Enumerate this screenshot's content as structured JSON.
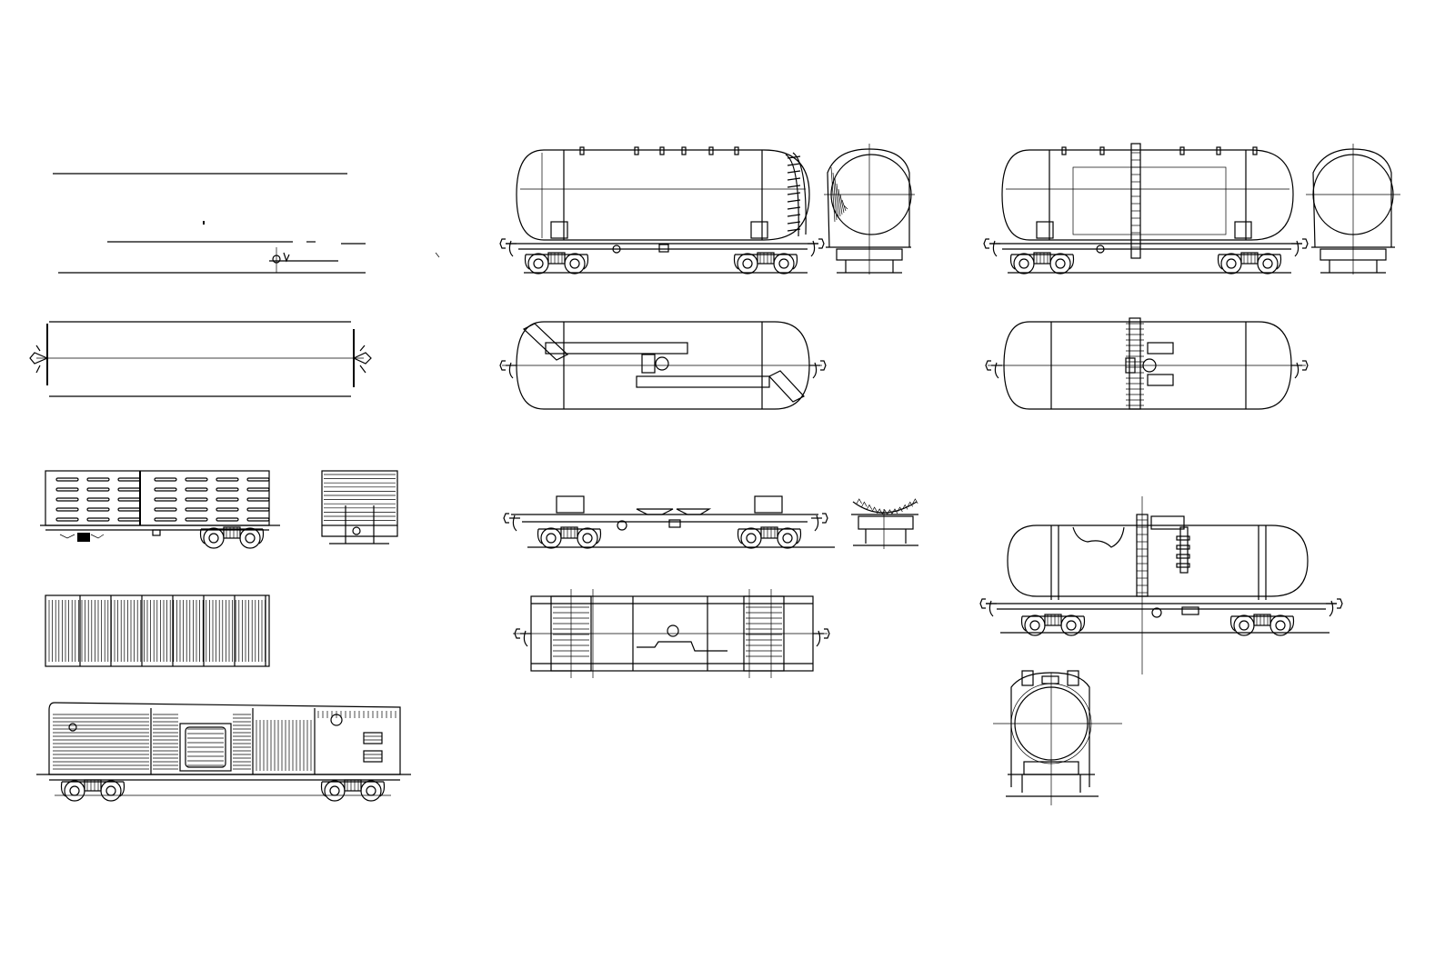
{
  "drawing": {
    "background": "#ffffff",
    "line_color": "#000000"
  },
  "views": [
    {
      "id": "flatcar-side",
      "icon": "flatcar-side-elevation"
    },
    {
      "id": "flatcar-top",
      "icon": "flatcar-plan"
    },
    {
      "id": "boxcar-side",
      "icon": "boxcar-side-elevation"
    },
    {
      "id": "boxcar-end",
      "icon": "boxcar-end-elevation"
    },
    {
      "id": "boxcar-top",
      "icon": "boxcar-roof-plan"
    },
    {
      "id": "refrigerator-car-side",
      "icon": "refrigerator-car-side-elevation"
    },
    {
      "id": "tank-car-a-side",
      "icon": "tank-car-side-elevation"
    },
    {
      "id": "tank-car-a-end",
      "icon": "tank-car-end-elevation"
    },
    {
      "id": "tank-car-a-top",
      "icon": "tank-car-plan"
    },
    {
      "id": "tank-car-b-side",
      "icon": "tank-car-side-elevation"
    },
    {
      "id": "tank-car-b-end",
      "icon": "tank-car-end-elevation"
    },
    {
      "id": "tank-car-b-top",
      "icon": "tank-car-plan"
    },
    {
      "id": "underframe-side",
      "icon": "underframe-side-elevation"
    },
    {
      "id": "underframe-end",
      "icon": "underframe-end-elevation"
    },
    {
      "id": "underframe-top",
      "icon": "underframe-plan"
    },
    {
      "id": "tank-car-c-side",
      "icon": "tank-car-cutaway-elevation"
    },
    {
      "id": "tank-car-c-end",
      "icon": "tank-car-end-elevation"
    }
  ]
}
